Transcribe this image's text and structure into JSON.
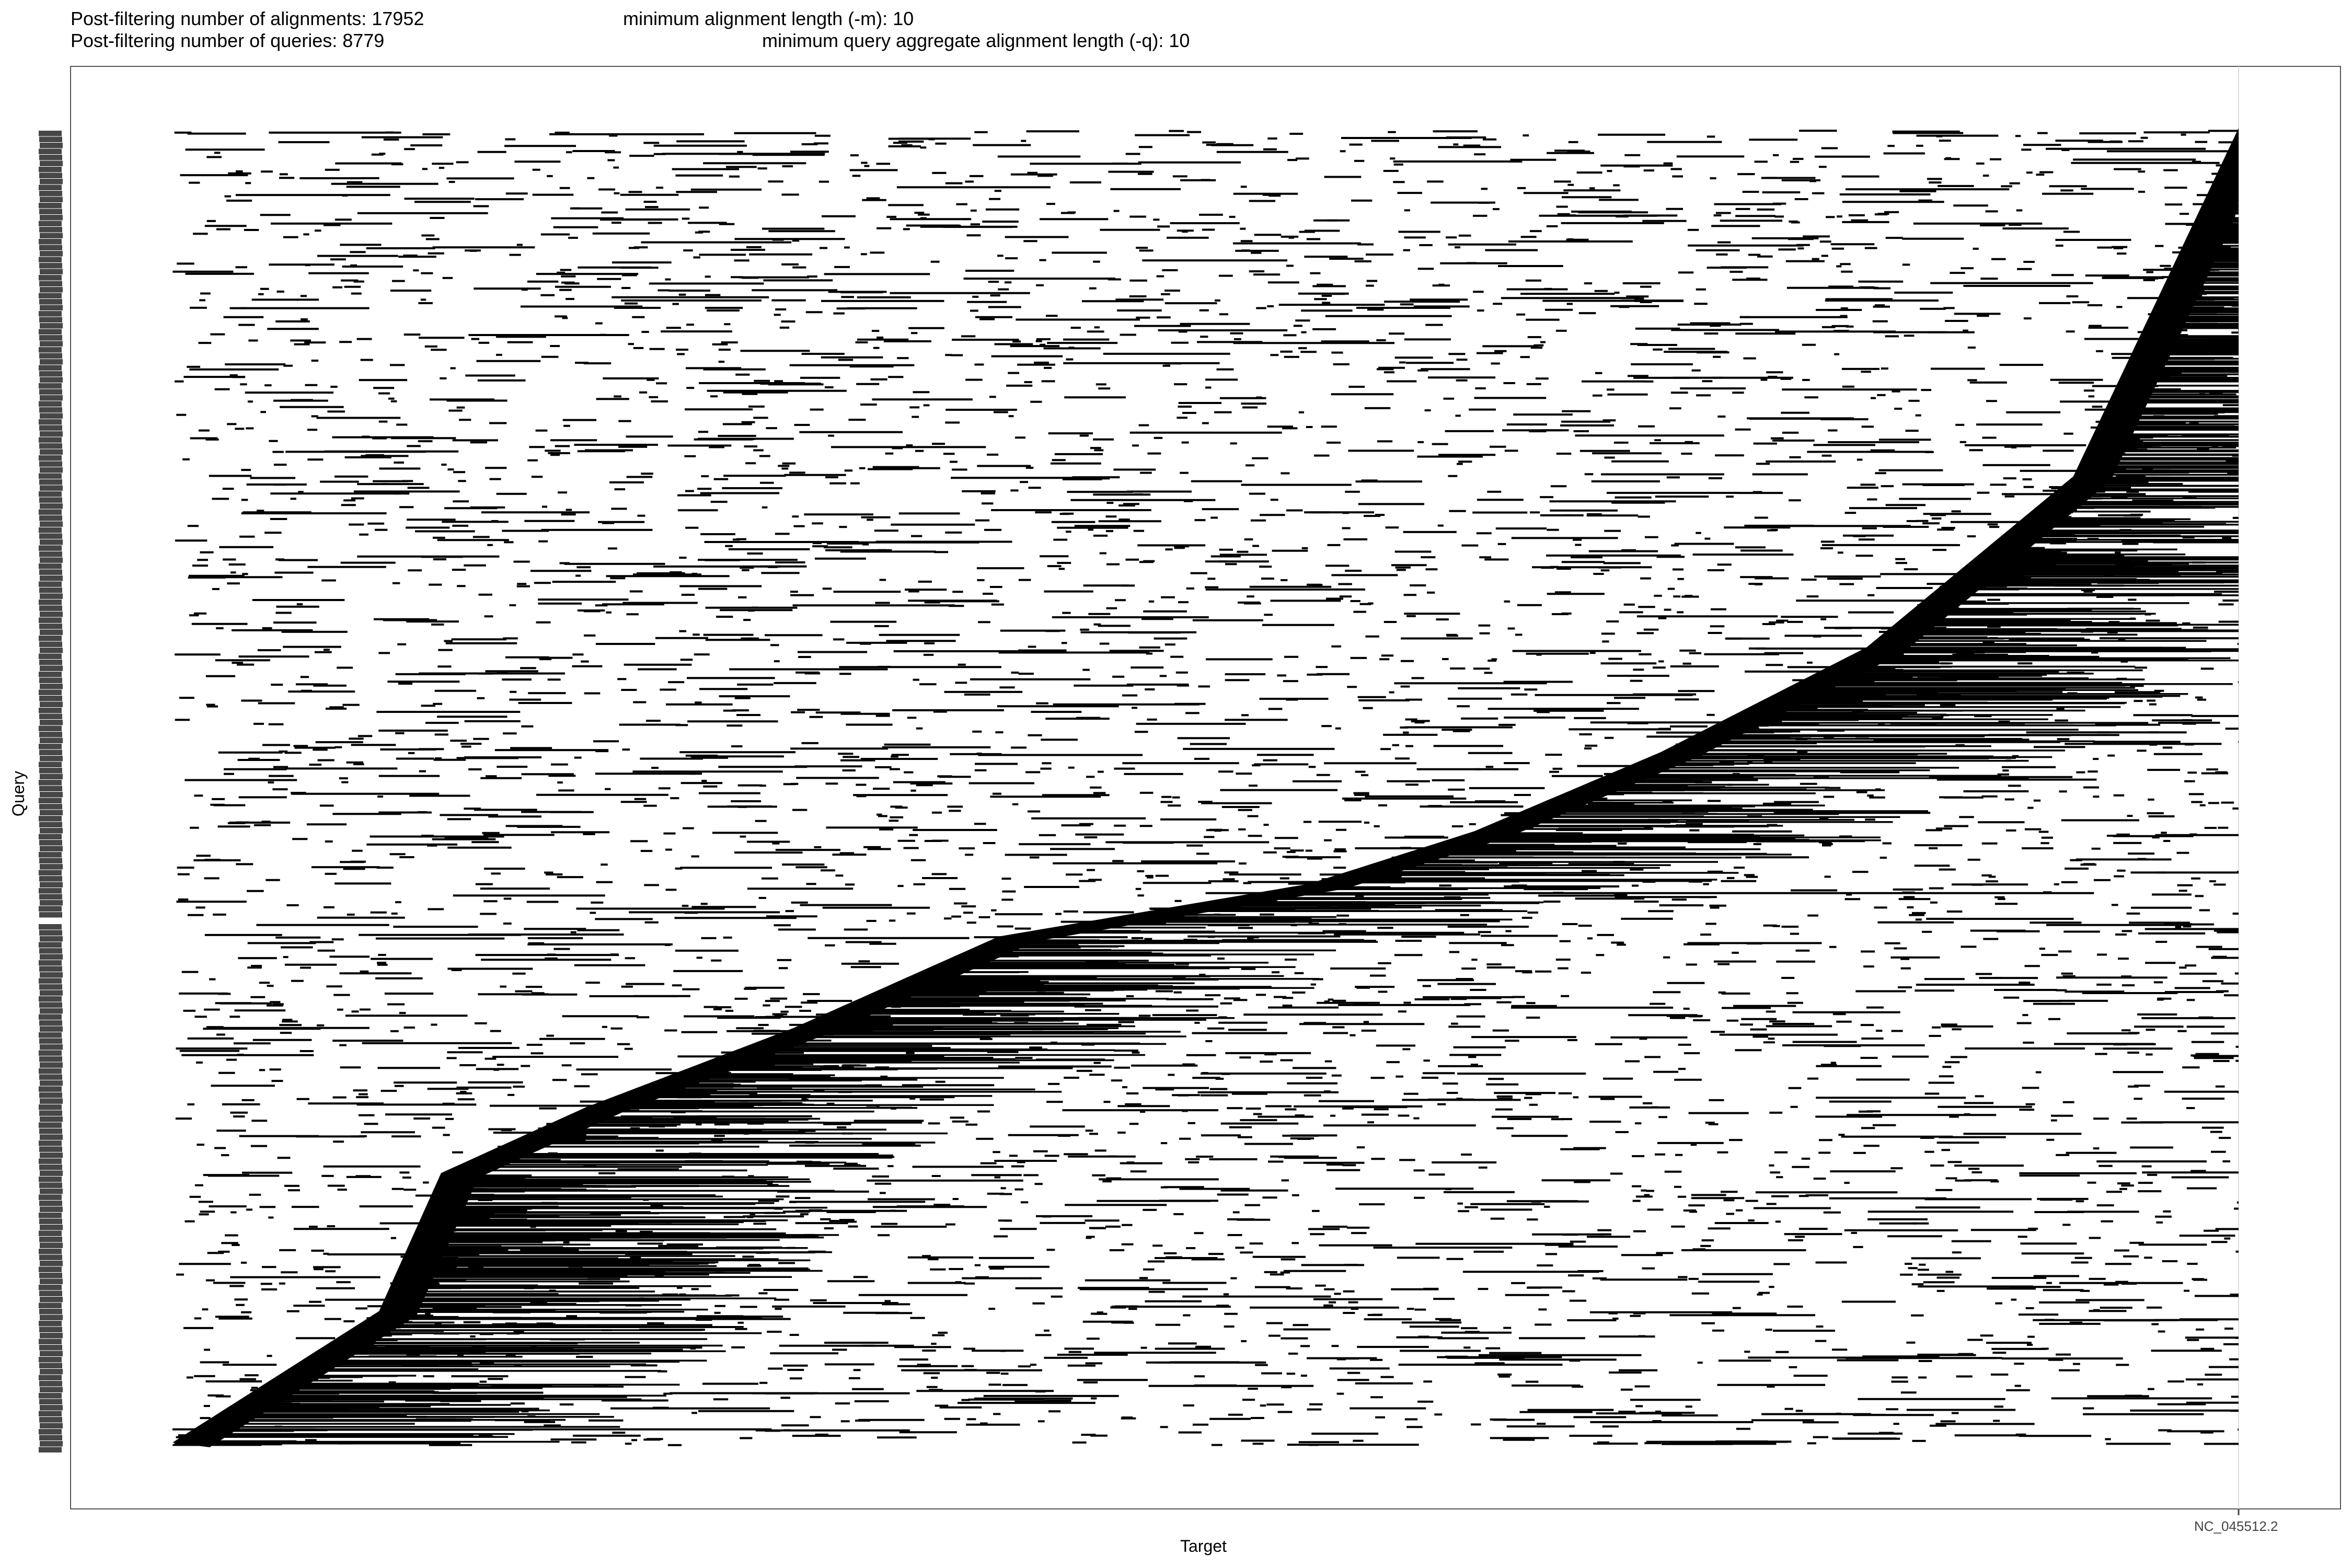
{
  "header": {
    "alignments_label": "Post-filtering number of alignments: 17952",
    "queries_label": "Post-filtering number of queries: 8779",
    "min_alignment_label": "minimum alignment length (-m): 10",
    "min_query_label": "minimum query aggregate alignment length (-q): 10"
  },
  "chart_data": {
    "type": "scatter",
    "subtype": "alignment dot plot",
    "title": "",
    "xlabel": "Target",
    "ylabel": "Query",
    "x_tick_labels": [
      "NC_045512.2"
    ],
    "stats": {
      "alignments": 17952,
      "queries": 8779,
      "min_alignment_length": 10,
      "min_query_aggregate_alignment_length": 10
    },
    "diagonal_trend": {
      "description": "dense diagonal band of alignments rising from bottom-left to top-right",
      "points": [
        [
          0.0,
          0.0
        ],
        [
          0.1,
          0.1
        ],
        [
          0.13,
          0.205
        ],
        [
          0.2,
          0.255
        ],
        [
          0.3,
          0.315
        ],
        [
          0.4,
          0.385
        ],
        [
          0.55,
          0.425
        ],
        [
          0.63,
          0.465
        ],
        [
          0.72,
          0.525
        ],
        [
          0.82,
          0.605
        ],
        [
          0.92,
          0.735
        ],
        [
          1.0,
          1.0
        ]
      ]
    },
    "long_horizontal_alignment_fraction": 0.42,
    "grid": false,
    "legend": "none",
    "colors": {
      "marks": "#000000",
      "query_bar": "#474747",
      "frame": "#555555",
      "ref_line": "#dddddd",
      "tick": "#444444"
    }
  }
}
